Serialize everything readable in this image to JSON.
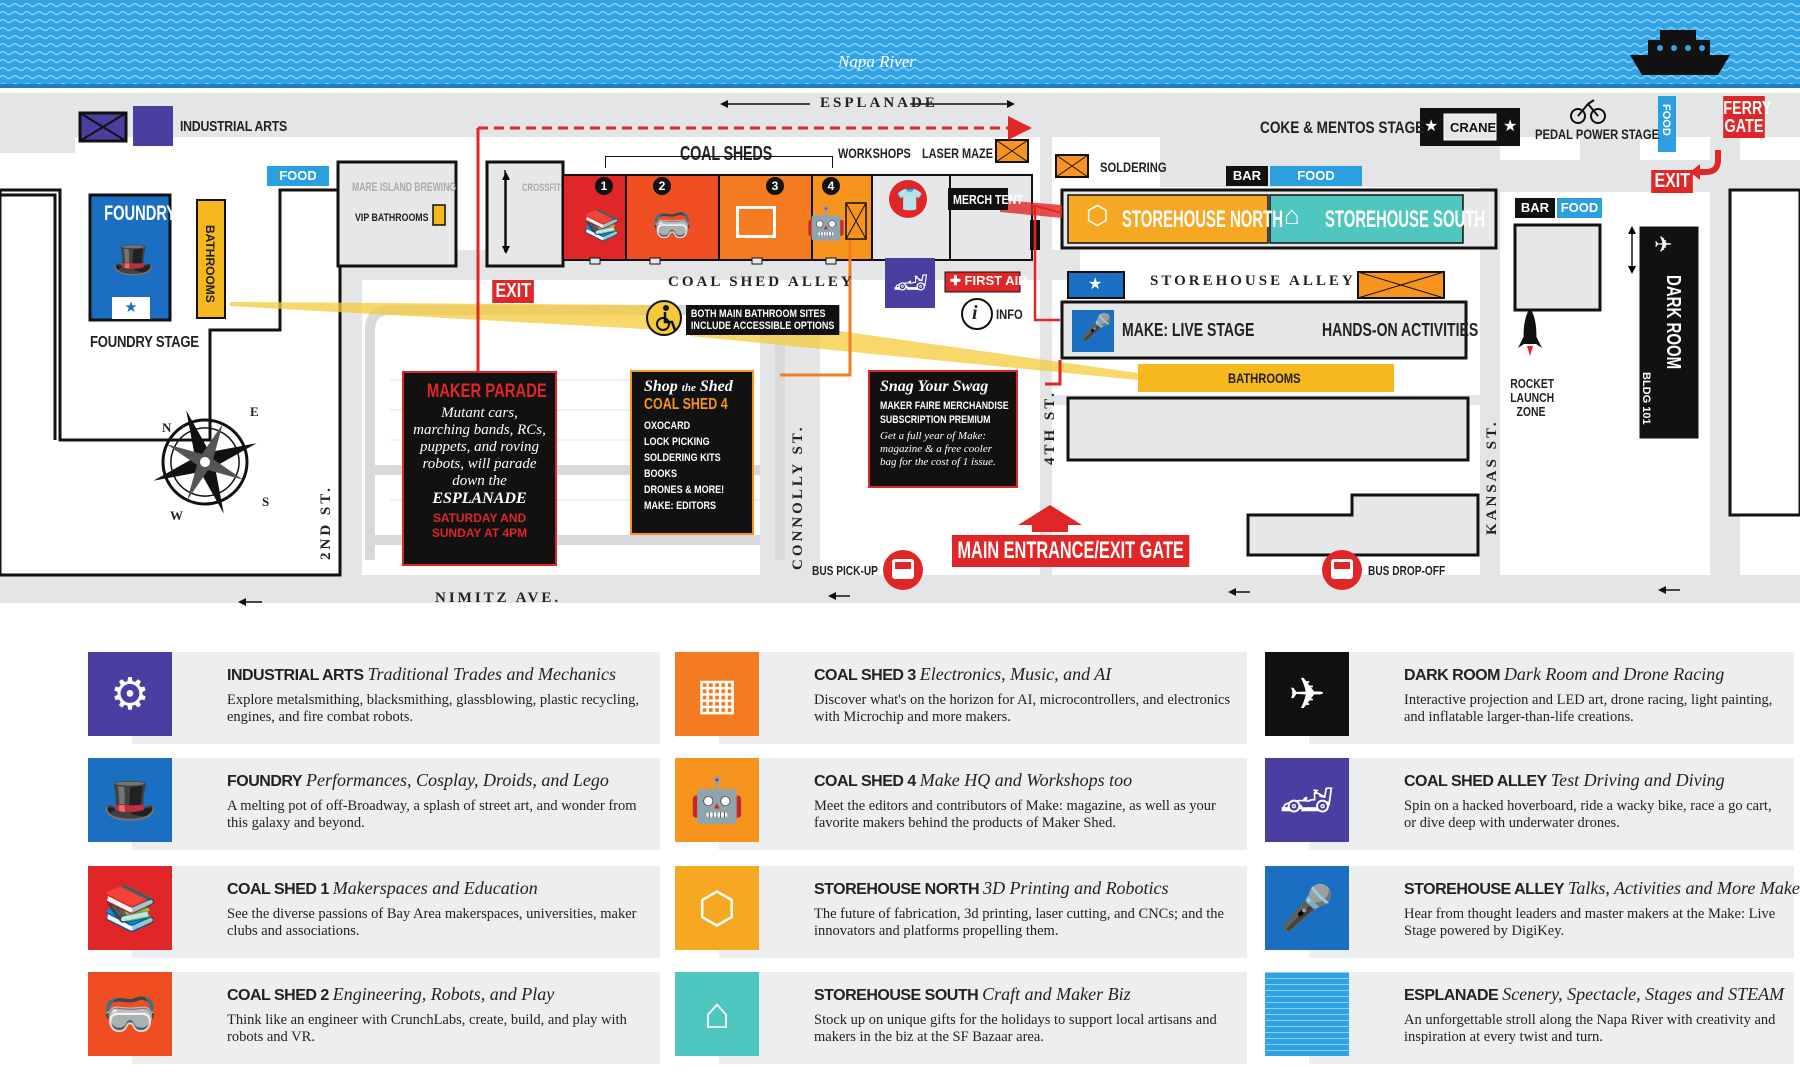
{
  "map": {
    "river": "Napa River",
    "streets": {
      "esplanade": "ESPLANADE",
      "nimitz": "NIMITZ AVE.",
      "coal_shed_alley": "COAL SHED ALLEY",
      "storehouse_alley": "STOREHOUSE ALLEY",
      "second": "2ND ST.",
      "connolly": "CONNOLLY ST.",
      "fourth": "4TH ST.",
      "kansas": "KANSAS ST."
    },
    "labels": {
      "industrial_arts": "INDUSTRIAL ARTS",
      "foundry": "FOUNDRY",
      "foundry_stage": "FOUNDRY STAGE",
      "bathrooms": "BATHROOMS",
      "mare_island_brewing": "MARE ISLAND BREWING",
      "vip_bathrooms": "VIP BATHROOMS",
      "crossfit": "CROSSFIT",
      "coal_sheds": "COAL SHEDS",
      "workshops": "WORKSHOPS",
      "laser_maze": "LASER MAZE",
      "merch_tent": "MERCH TENT",
      "first_aid": "FIRST AID",
      "info": "INFO",
      "soldering": "SOLDERING",
      "storehouse_north": "STOREHOUSE NORTH",
      "storehouse_south": "STOREHOUSE SOUTH",
      "make_live_stage": "MAKE: LIVE STAGE",
      "hands_on": "HANDS-ON ACTIVITIES",
      "coke_mentos": "COKE & MENTOS STAGE",
      "crane": "CRANE",
      "pedal_power": "PEDAL POWER STAGE",
      "ferry_gate": "FERRY\nGATE",
      "exit": "EXIT",
      "dark_room": "DARK ROOM",
      "bldg": "BLDG 101",
      "rocket": "ROCKET\nLAUNCH\nZONE",
      "bus_pickup": "BUS PICK-UP",
      "bus_dropoff": "BUS DROP-OFF",
      "main_entrance": "MAIN ENTRANCE/EXIT GATE",
      "accessible": "BOTH MAIN BATHROOM SITES\nINCLUDE ACCESSIBLE OPTIONS",
      "food": "FOOD",
      "bar": "BAR",
      "shed_numbers": [
        "1",
        "2",
        "3",
        "4"
      ],
      "compass": {
        "n": "N",
        "e": "E",
        "s": "S",
        "w": "W"
      }
    },
    "callouts": {
      "parade": {
        "title": "MAKER PARADE",
        "body": "Mutant cars, marching bands, RCs, puppets, and roving robots, will parade down the",
        "em": "ESPLANADE",
        "when": "SATURDAY AND\nSUNDAY AT 4PM"
      },
      "shop": {
        "title_a": "Shop",
        "title_b": "the",
        "title_c": "Shed",
        "sub": "COAL SHED 4",
        "items": [
          "OXOCARD",
          "LOCK PICKING",
          "SOLDERING KITS",
          "BOOKS",
          "DRONES & MORE!",
          "MAKE: EDITORS"
        ]
      },
      "swag": {
        "title": "Snag Your Swag",
        "lines": [
          "MAKER FAIRE MERCHANDISE",
          "SUBSCRIPTION PREMIUM"
        ],
        "body": "Get a full year of Make: magazine & a free cooler bag for the cost of 1 issue."
      }
    }
  },
  "legend": [
    {
      "id": "industrial-arts",
      "name": "INDUSTRIAL ARTS",
      "tagline": "Traditional Trades and Mechanics",
      "desc": "Explore metalsmithing, blacksmithing, glassblowing, plastic recycling, engines, and fire combat robots.",
      "color": "#4a3fa0",
      "icon": "engine-icon"
    },
    {
      "id": "foundry",
      "name": "FOUNDRY",
      "tagline": "Performances, Cosplay, Droids, and Lego",
      "desc": "A melting pot of off-Broadway, a splash of street art, and wonder from this galaxy and beyond.",
      "color": "#1a6fc2",
      "icon": "magic-hat-icon"
    },
    {
      "id": "coal-shed-1",
      "name": "COAL SHED 1",
      "tagline": "Makerspaces and Education",
      "desc": "See the diverse passions of Bay Area makerspaces, universities, maker clubs and associations.",
      "color": "#e02626",
      "icon": "books-icon"
    },
    {
      "id": "coal-shed-2",
      "name": "COAL SHED 2",
      "tagline": "Engineering, Robots, and Play",
      "desc": "Think like an engineer with CrunchLabs, create, build, and play with robots and VR.",
      "color": "#ef4e23",
      "icon": "vr-headset-icon"
    },
    {
      "id": "coal-shed-3",
      "name": "COAL SHED 3",
      "tagline": "Electronics, Music, and AI",
      "desc": "Discover what's on the horizon for AI, microcontrollers, and electronics with Microchip and more makers.",
      "color": "#f47b20",
      "icon": "circuit-board-icon"
    },
    {
      "id": "coal-shed-4",
      "name": "COAL SHED 4",
      "tagline": "Make HQ and Workshops too",
      "desc": "Meet the editors and contributors of Make: magazine, as well as your favorite makers behind the products of Maker Shed.",
      "color": "#f7941d",
      "icon": "robot-icon"
    },
    {
      "id": "storehouse-north",
      "name": "STOREHOUSE NORTH",
      "tagline": "3D Printing and Robotics",
      "desc": "The future of fabrication, 3d printing, laser cutting, and CNCs; and the innovators and platforms propelling them.",
      "color": "#f7a823",
      "icon": "3d-printer-icon"
    },
    {
      "id": "storehouse-south",
      "name": "STOREHOUSE SOUTH",
      "tagline": "Craft and Maker Biz",
      "desc": "Stock up on unique gifts for the holidays to support local artisans and makers in the biz at the SF Bazaar area.",
      "color": "#4fc6c0",
      "icon": "sewing-machine-icon"
    },
    {
      "id": "dark-room",
      "name": "DARK ROOM",
      "tagline": "Dark Room and Drone Racing",
      "desc": "Interactive projection and LED art, drone racing, light painting, and inflatable larger-than-life creations.",
      "color": "#111111",
      "icon": "drone-icon"
    },
    {
      "id": "coal-shed-alley",
      "name": "COAL SHED ALLEY",
      "tagline": "Test Driving and Diving",
      "desc": "Spin on a hacked hoverboard, ride a wacky bike, race a go cart, or dive deep with underwater drones.",
      "color": "#4a3fa0",
      "icon": "go-kart-icon"
    },
    {
      "id": "storehouse-alley",
      "name": "STOREHOUSE ALLEY",
      "tagline": "Talks, Activities and More Makers",
      "desc": "Hear from thought leaders and master makers at the Make: Live Stage powered by DigiKey.",
      "color": "#1a6fc2",
      "icon": "microphone-icon"
    },
    {
      "id": "esplanade",
      "name": "ESPLANADE",
      "tagline": "Scenery, Spectacle, Stages and STEAM",
      "desc": "An unforgettable stroll along the Napa River with creativity and inspiration at every twist and turn.",
      "color": "#2b9fe0",
      "icon": "water-icon"
    }
  ]
}
